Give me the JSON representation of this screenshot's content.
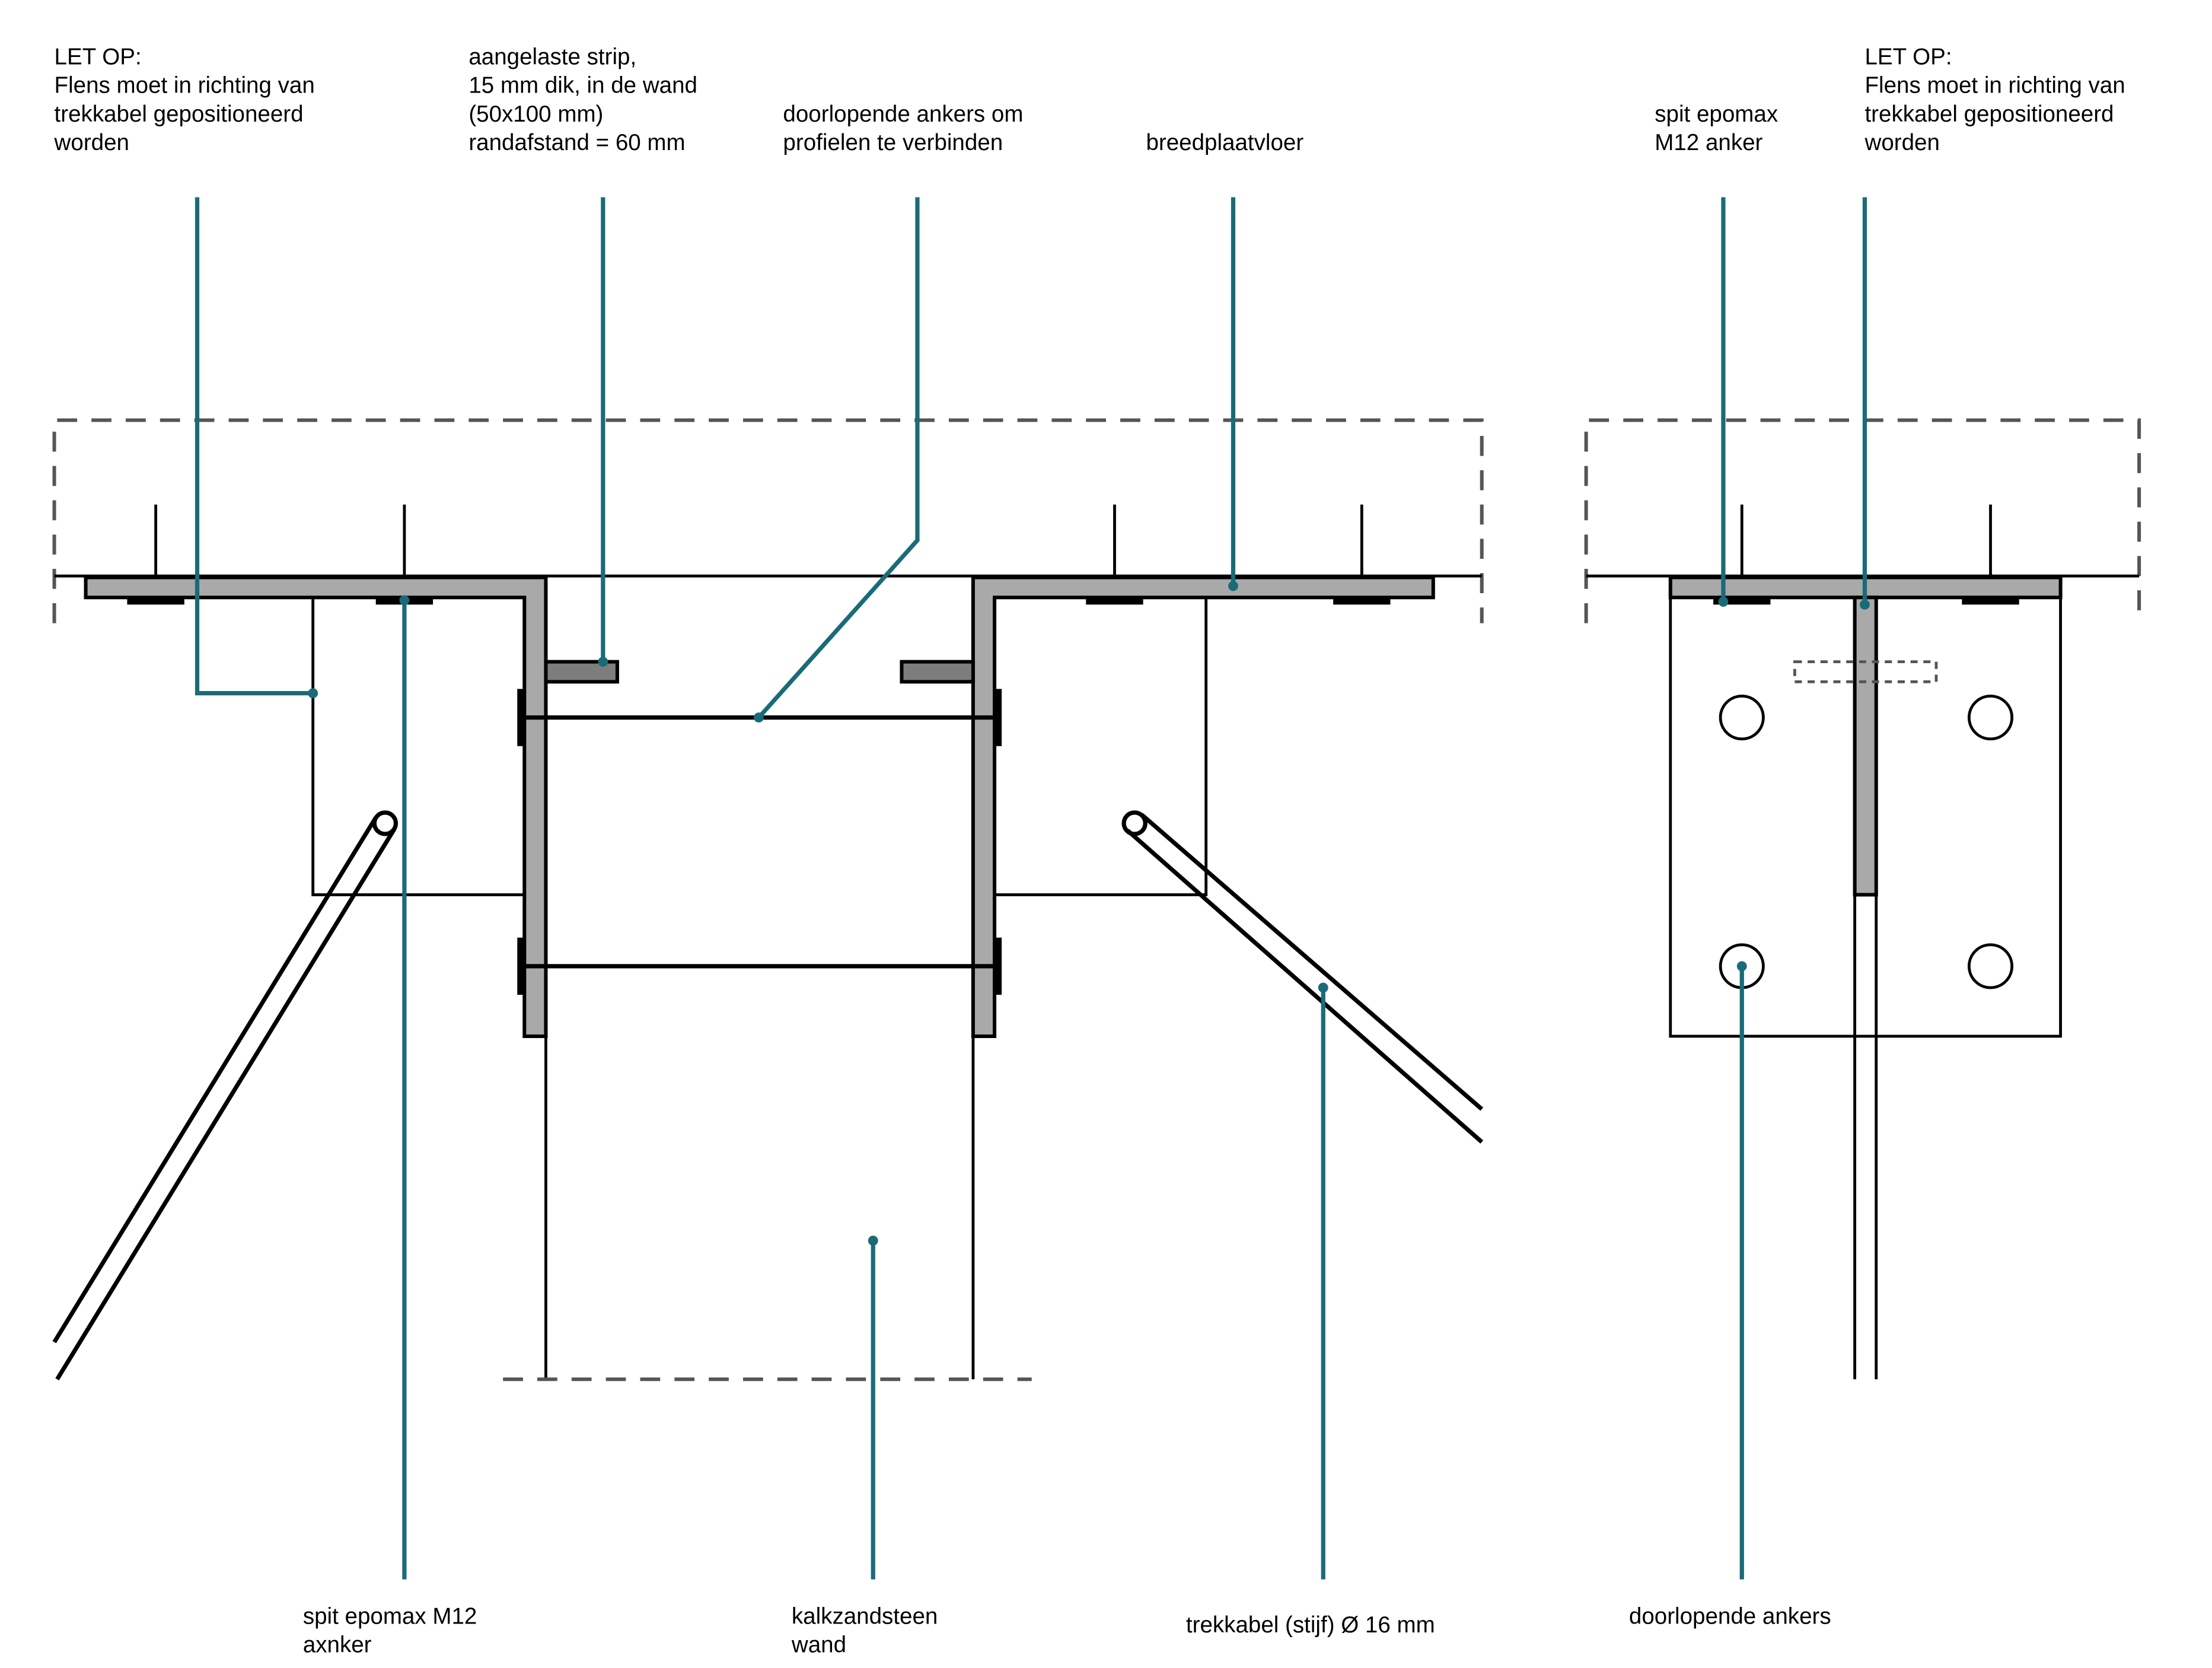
{
  "labels": {
    "let_op_left": [
      "LET OP:",
      "Flens moet in richting van",
      "trekkabel gepositioneerd",
      "worden"
    ],
    "strip": [
      "aangelaste strip,",
      "15 mm dik, in de wand",
      "(50x100 mm)",
      "randafstand = 60 mm"
    ],
    "doorlopende_ankers_om": [
      "doorlopende ankers om",
      "profielen te verbinden"
    ],
    "breedplaatvloer": [
      "breedplaatvloer"
    ],
    "spit_epomax_right": [
      "spit epomax",
      "M12 anker"
    ],
    "let_op_right": [
      "LET OP:",
      "Flens moet in richting van",
      "trekkabel gepositioneerd",
      "worden"
    ],
    "spit_epomax_bottom": [
      "spit epomax M12",
      "axnker"
    ],
    "kalkzandsteen": [
      "kalkzandsteen",
      "wand"
    ],
    "trekkabel": [
      "trekkabel (stijf) Ø 16 mm"
    ],
    "doorlopende_ankers": [
      "doorlopende ankers"
    ]
  },
  "colors": {
    "leader": "#1a6b78",
    "steel": "#a9a9a9",
    "strip": "#7d7d7d",
    "line": "#000000"
  }
}
